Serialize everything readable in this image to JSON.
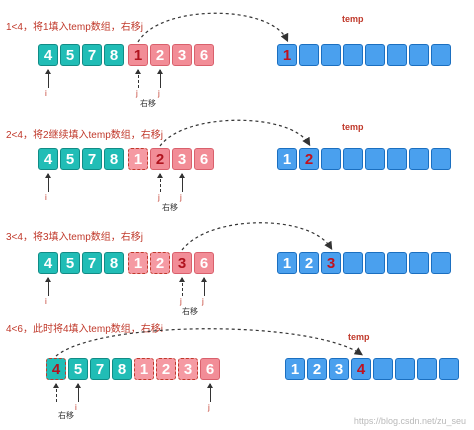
{
  "steps": [
    {
      "caption": "1<4，将1填入temp数组，右移j",
      "temp_label": "temp",
      "array": [
        "4",
        "5",
        "7",
        "8",
        "1",
        "2",
        "3",
        "6"
      ],
      "temp": [
        "1",
        "",
        "",
        "",
        "",
        "",
        "",
        ""
      ],
      "labels": {
        "i": "i",
        "j": "j",
        "move": "右移"
      }
    },
    {
      "caption": "2<4，将2继续填入temp数组，右移j",
      "temp_label": "temp",
      "array": [
        "4",
        "5",
        "7",
        "8",
        "1",
        "2",
        "3",
        "6"
      ],
      "temp": [
        "1",
        "2",
        "",
        "",
        "",
        "",
        "",
        ""
      ],
      "labels": {
        "i": "i",
        "j": "j",
        "move": "右移"
      }
    },
    {
      "caption": "3<4，将3填入temp数组，右移j",
      "temp_label": "temp",
      "array": [
        "4",
        "5",
        "7",
        "8",
        "1",
        "2",
        "3",
        "6"
      ],
      "temp": [
        "1",
        "2",
        "3",
        "",
        "",
        "",
        "",
        ""
      ],
      "labels": {
        "i": "i",
        "j": "j",
        "move": "右移"
      }
    },
    {
      "caption": "4<6，此时将4填入temp数组，右移i",
      "temp_label": "temp",
      "array": [
        "4",
        "5",
        "7",
        "8",
        "1",
        "2",
        "3",
        "6"
      ],
      "temp": [
        "1",
        "2",
        "3",
        "4",
        "",
        "",
        "",
        ""
      ],
      "labels": {
        "i": "i",
        "j": "j",
        "move": "右移"
      }
    }
  ],
  "watermark": "https://blog.csdn.net/zu_seu",
  "colors": {
    "left_half": "#21bdb6",
    "right_half": "#f28d97",
    "temp": "#4aa0ee",
    "highlight_text": "#c0121e"
  }
}
